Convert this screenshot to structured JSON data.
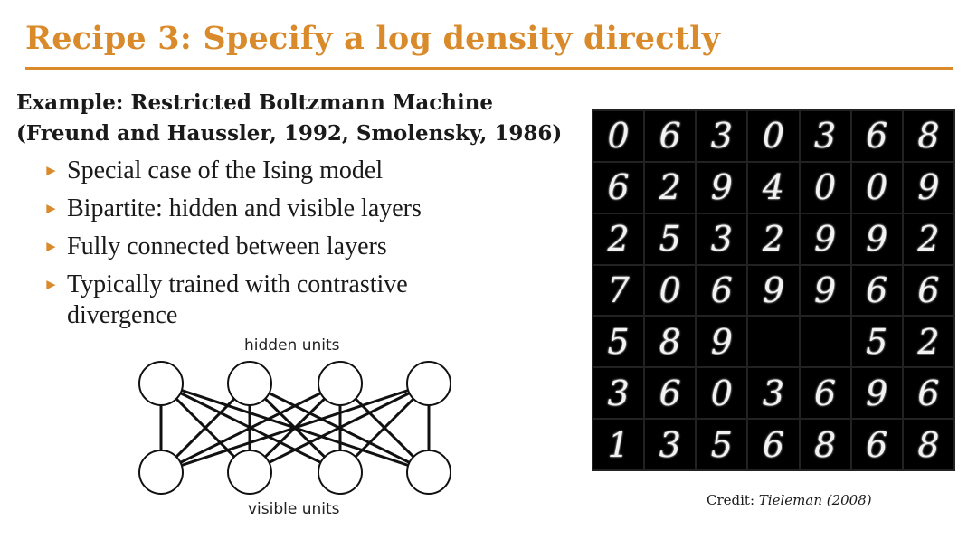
{
  "slide": {
    "title": "Recipe 3: Specify a log density directly",
    "example_line1": "Example: Restricted Boltzmann Machine",
    "example_line2": "(Freund and Haussler, 1992, Smolensky, 1986)",
    "bullets": [
      "Special case of the Ising model",
      "Bipartite: hidden and visible layers",
      "Fully connected between layers",
      "Typically trained with contrastive divergence"
    ],
    "bullet_marker": "►",
    "accent_color": "#d98a2a"
  },
  "diagram": {
    "hidden_label": "hidden units",
    "visible_label": "visible units",
    "hidden_count": 4,
    "visible_count": 4
  },
  "samples": {
    "rows": [
      [
        "0",
        "6",
        "3",
        "0",
        "3",
        "6",
        "8"
      ],
      [
        "6",
        "2",
        "9",
        "4",
        "0",
        "0",
        "9"
      ],
      [
        "2",
        "5",
        "3",
        "2",
        "9",
        "9",
        "2"
      ],
      [
        "7",
        "0",
        "6",
        "9",
        "9",
        "6",
        "6"
      ],
      [
        "5",
        "8",
        "9",
        "",
        "",
        "5",
        "2"
      ],
      [
        "3",
        "6",
        "0",
        "3",
        "6",
        "9",
        "6"
      ],
      [
        "1",
        "3",
        "5",
        "6",
        "8",
        "6",
        "8"
      ]
    ]
  },
  "credit": {
    "prefix": "Credit:",
    "source": "Tieleman (2008)"
  }
}
